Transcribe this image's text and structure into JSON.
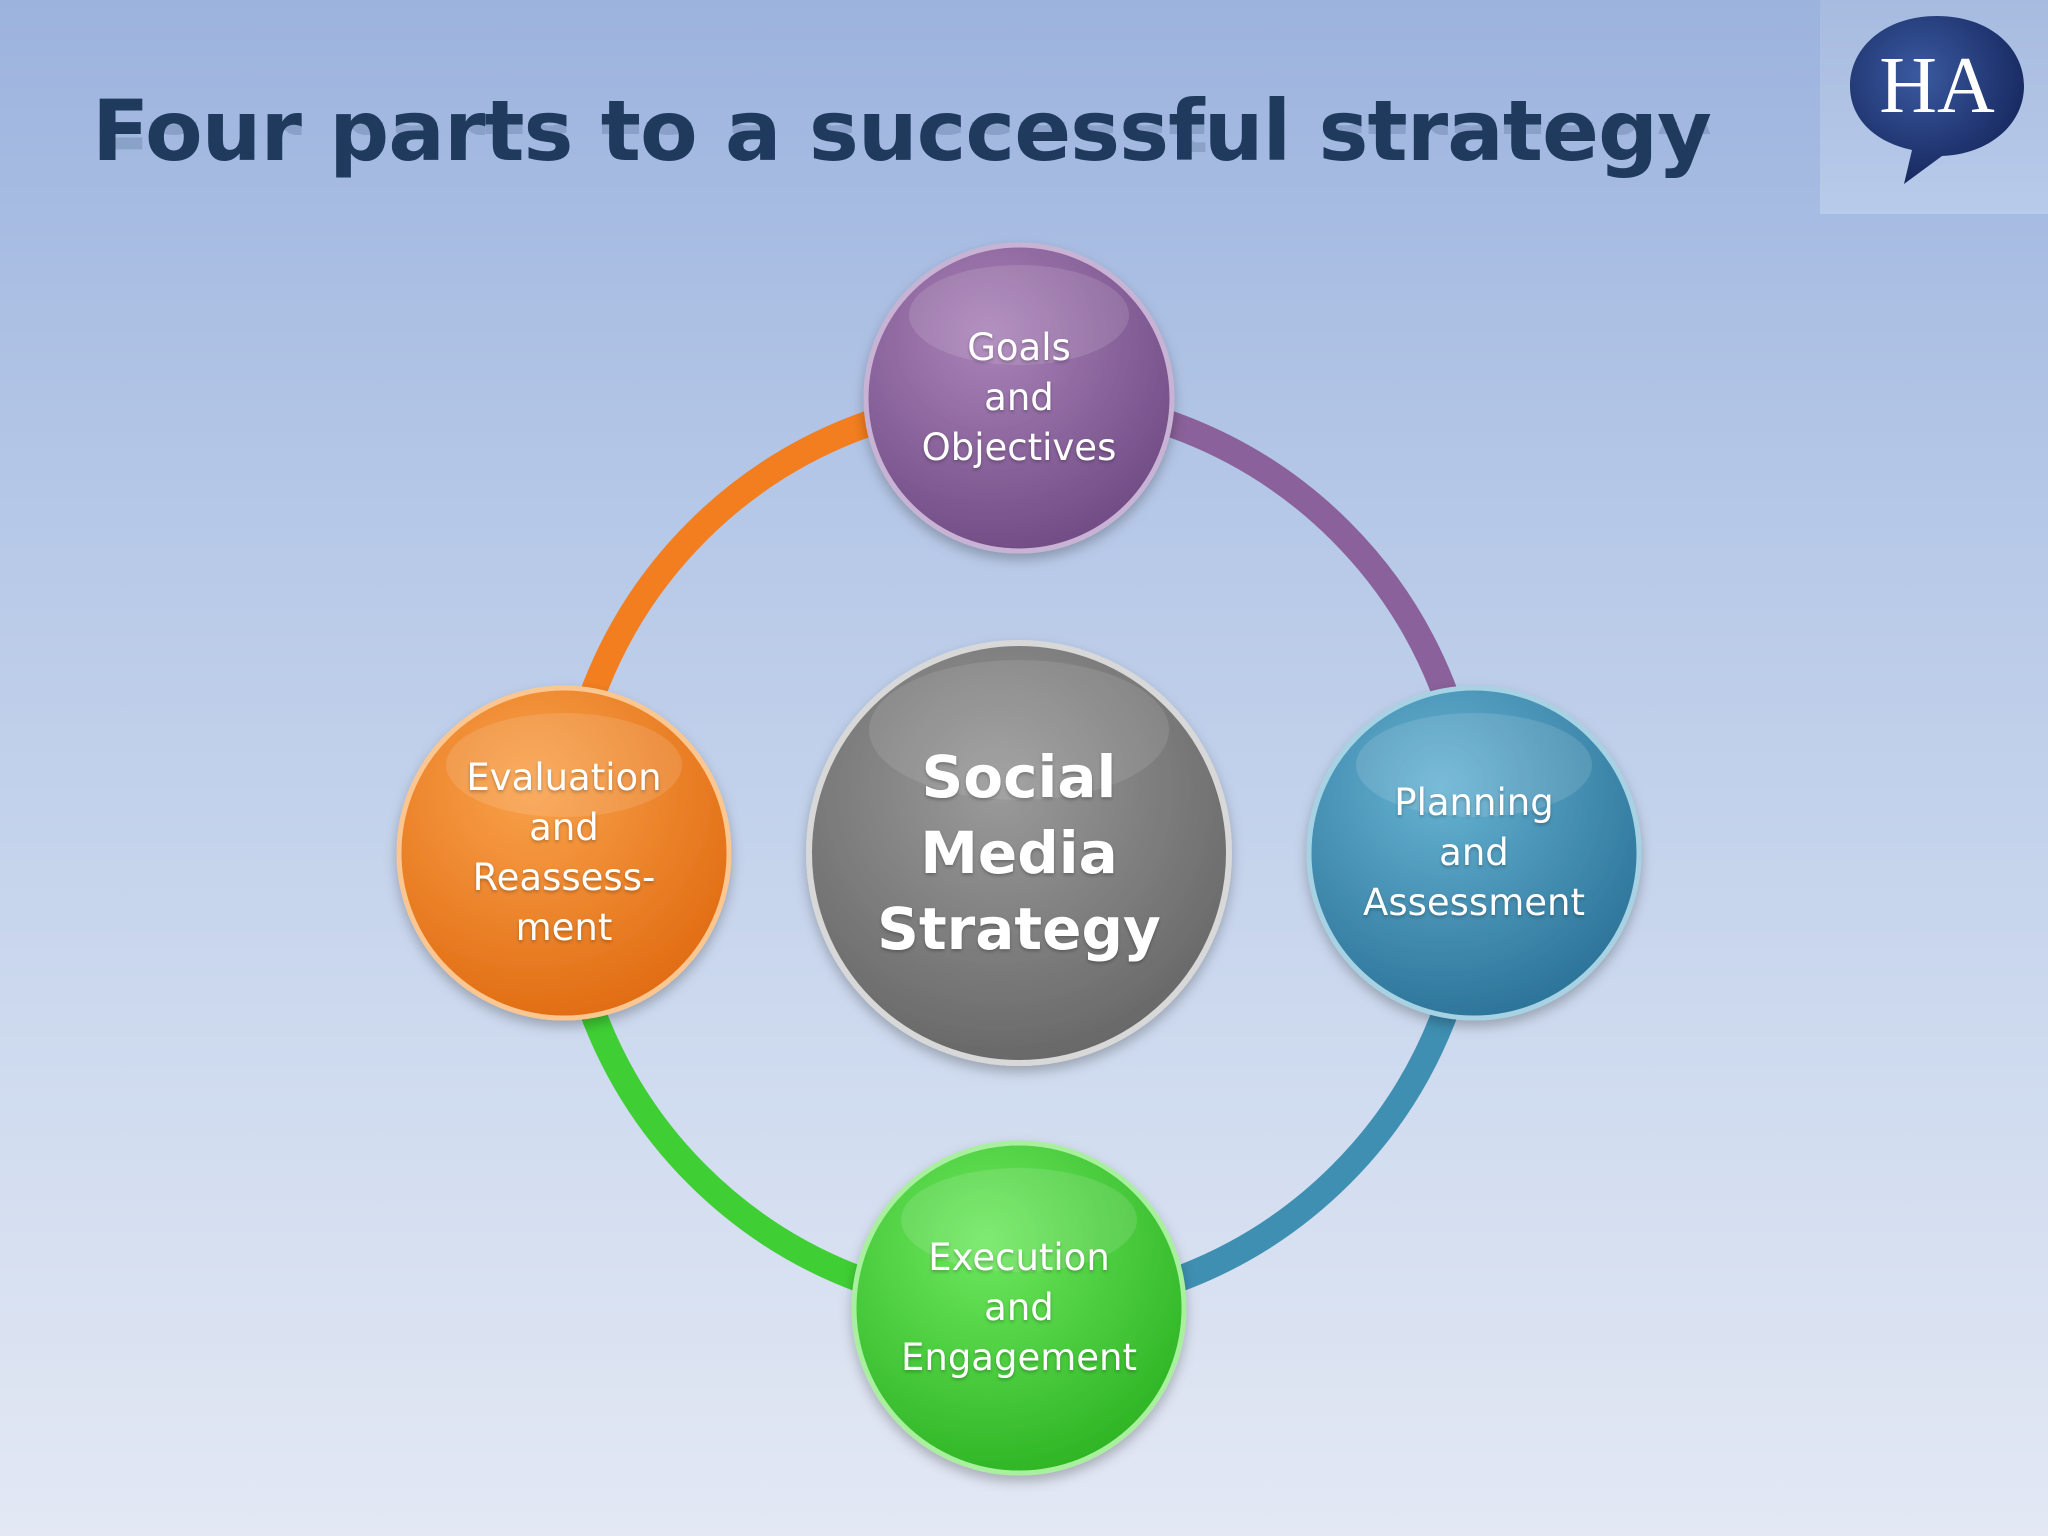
{
  "slide": {
    "title": "Four parts to a successful strategy"
  },
  "logo": {
    "text": "HA",
    "icon": "speech-bubble-logo-icon",
    "color": "#1c2f66"
  },
  "diagram": {
    "center": {
      "label": "Social\nMedia\nStrategy",
      "color": "#7a7a7a"
    },
    "nodes": [
      {
        "id": "goals",
        "label": "Goals\nand\nObjectives",
        "color": "#8a619a"
      },
      {
        "id": "planning",
        "label": "Planning\nand\nAssessment",
        "color": "#3e8fb2"
      },
      {
        "id": "execution",
        "label": "Execution\nand\nEngagement",
        "color": "#3fcf34"
      },
      {
        "id": "evaluation",
        "label": "Evaluation\nand\nReassess-\nment",
        "color": "#f27e1f"
      }
    ],
    "ring_colors": {
      "goals_to_planning": "#8a619a",
      "planning_to_execution": "#3e8fb2",
      "execution_to_evaluation": "#3fcf34",
      "evaluation_to_goals": "#f27e1f"
    }
  }
}
